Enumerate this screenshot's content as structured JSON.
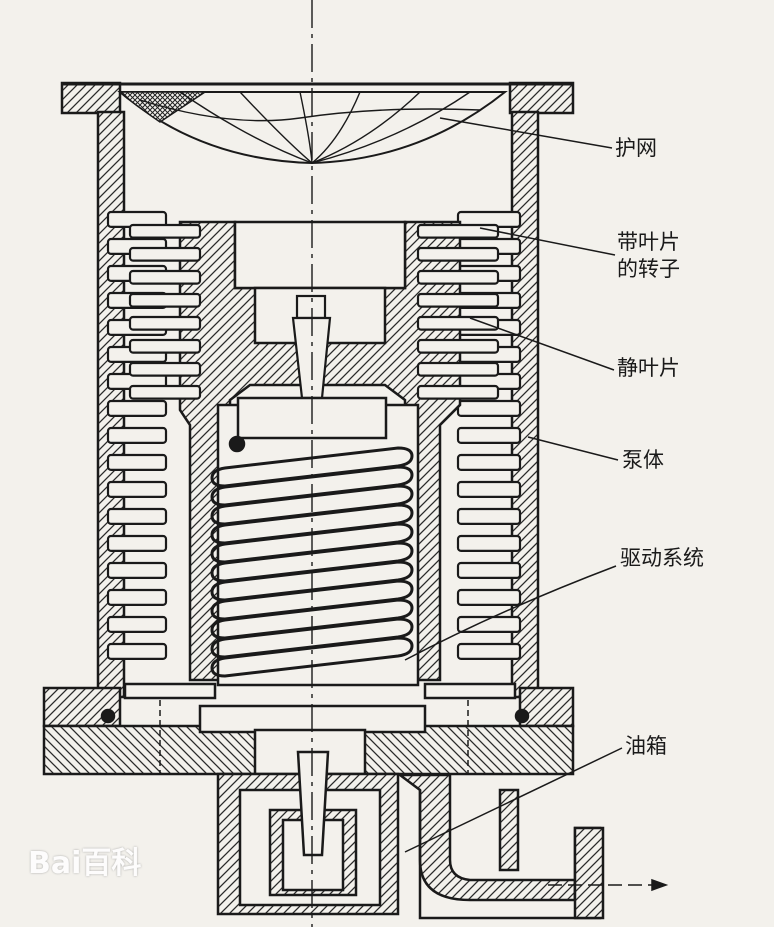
{
  "labels": {
    "guard_screen": "护网",
    "rotor_with_blades_line1": "带叶片",
    "rotor_with_blades_line2": "的转子",
    "stator_blades": "静叶片",
    "pump_housing": "泵体",
    "drive_system": "驱动系统",
    "oil_tank": "油箱"
  },
  "watermark": "Bai百科",
  "colors": {
    "ink": "#1a1a1a",
    "paper": "#f3f1ec"
  }
}
